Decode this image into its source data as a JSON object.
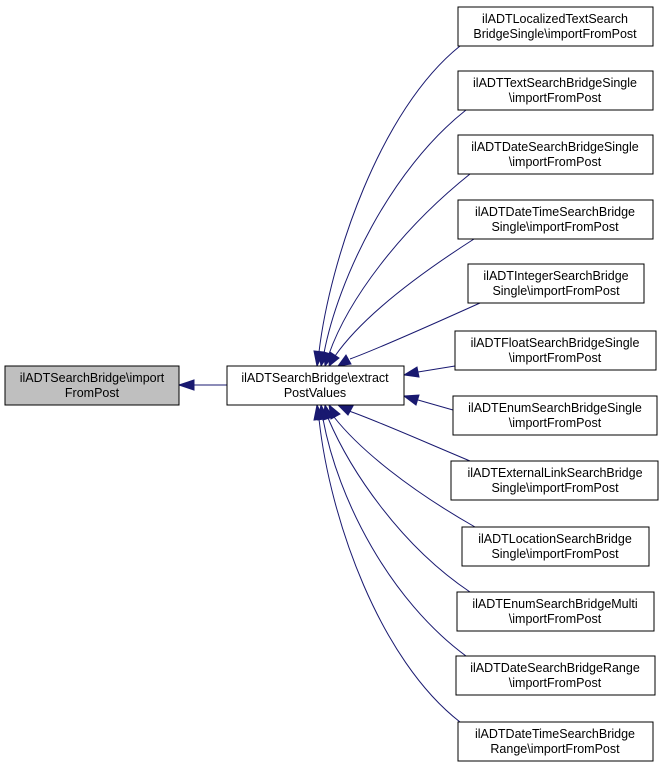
{
  "graph": {
    "root": {
      "line1": "ilADTSearchBridge\\import",
      "line2": "FromPost"
    },
    "hub": {
      "line1": "ilADTSearchBridge\\extract",
      "line2": "PostValues"
    },
    "callers": [
      {
        "line1": "ilADTLocalizedTextSearch",
        "line2": "BridgeSingle\\importFromPost"
      },
      {
        "line1": "ilADTTextSearchBridgeSingle",
        "line2": "\\importFromPost"
      },
      {
        "line1": "ilADTDateSearchBridgeSingle",
        "line2": "\\importFromPost"
      },
      {
        "line1": "ilADTDateTimeSearchBridge",
        "line2": "Single\\importFromPost"
      },
      {
        "line1": "ilADTIntegerSearchBridge",
        "line2": "Single\\importFromPost"
      },
      {
        "line1": "ilADTFloatSearchBridgeSingle",
        "line2": "\\importFromPost"
      },
      {
        "line1": "ilADTEnumSearchBridgeSingle",
        "line2": "\\importFromPost"
      },
      {
        "line1": "ilADTExternalLinkSearchBridge",
        "line2": "Single\\importFromPost"
      },
      {
        "line1": "ilADTLocationSearchBridge",
        "line2": "Single\\importFromPost"
      },
      {
        "line1": "ilADTEnumSearchBridgeMulti",
        "line2": "\\importFromPost"
      },
      {
        "line1": "ilADTDateSearchBridgeRange",
        "line2": "\\importFromPost"
      },
      {
        "line1": "ilADTDateTimeSearchBridge",
        "line2": "Range\\importFromPost"
      }
    ]
  },
  "colors": {
    "edge": "#191970",
    "root_fill": "#bfbfbf",
    "node_fill": "#ffffff",
    "border": "#000000"
  }
}
